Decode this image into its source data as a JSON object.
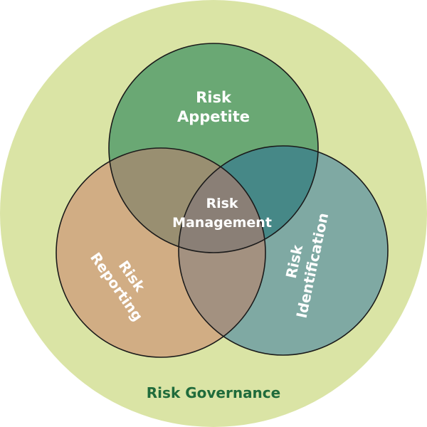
{
  "colors": {
    "background": "#ffffff",
    "governance_fill": "#dae4a5",
    "governance_text": "#1f6b3b",
    "appetite_fill": "#6aa874",
    "identification_fill": "#7fa9a3",
    "reporting_fill": "#d1ad84",
    "appetite_identification_overlap": "#468887",
    "appetite_reporting_overlap": "#998f71",
    "reporting_identification_overlap": "#a39180",
    "center_overlap": "#8a7f76",
    "outline": "#1a1a1a",
    "label_text": "#ffffff"
  },
  "governance": {
    "label": "Risk Governance"
  },
  "circles": {
    "appetite": {
      "line1": "Risk",
      "line2": "Appetite"
    },
    "reporting": {
      "line1": "Risk",
      "line2": "Reporting"
    },
    "identification": {
      "line1": "Risk",
      "line2": "Identification"
    }
  },
  "center": {
    "line1": "Risk",
    "line2": "Management"
  }
}
